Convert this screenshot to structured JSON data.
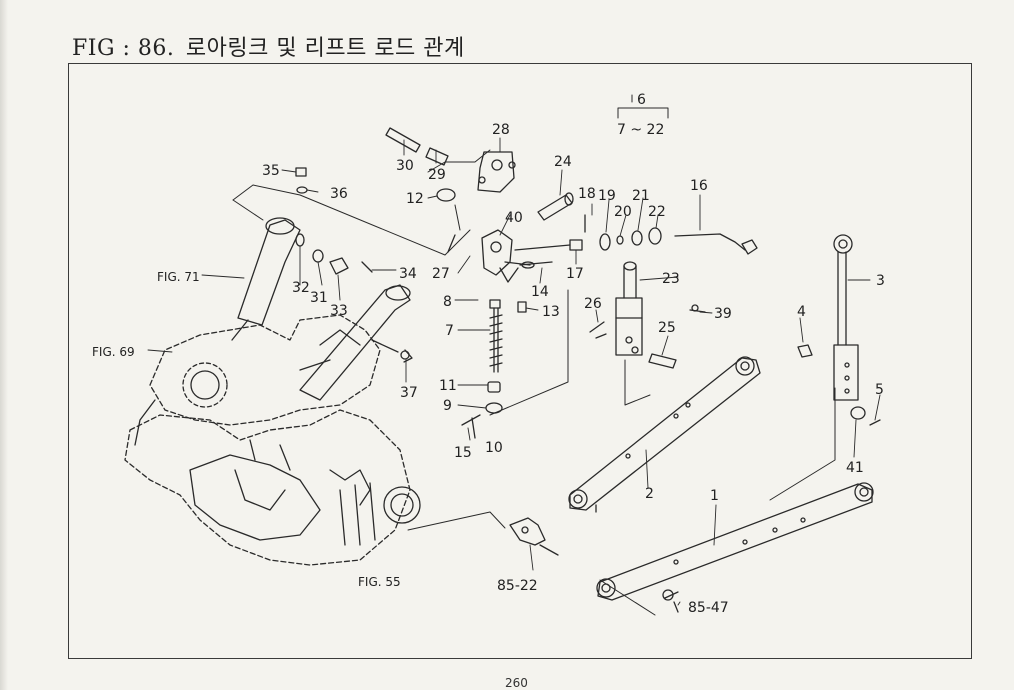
{
  "header": {
    "fig_prefix": "FIG : 86.",
    "fig_title": "로아링크 및 리프트 로드 관계"
  },
  "page_number": "260",
  "diagram": {
    "callouts": [
      {
        "id": "c6",
        "text": "6"
      },
      {
        "id": "c7-22",
        "text": "7 ~ 22"
      },
      {
        "id": "c28",
        "text": "28"
      },
      {
        "id": "c30",
        "text": "30"
      },
      {
        "id": "c29",
        "text": "29"
      },
      {
        "id": "c24",
        "text": "24"
      },
      {
        "id": "c18",
        "text": "18"
      },
      {
        "id": "c19",
        "text": "19"
      },
      {
        "id": "c21",
        "text": "21"
      },
      {
        "id": "c20",
        "text": "20"
      },
      {
        "id": "c22",
        "text": "22"
      },
      {
        "id": "c16",
        "text": "16"
      },
      {
        "id": "c35",
        "text": "35"
      },
      {
        "id": "c36",
        "text": "36"
      },
      {
        "id": "c12",
        "text": "12"
      },
      {
        "id": "c40",
        "text": "40"
      },
      {
        "id": "c27",
        "text": "27"
      },
      {
        "id": "c17",
        "text": "17"
      },
      {
        "id": "c14",
        "text": "14"
      },
      {
        "id": "c23",
        "text": "23"
      },
      {
        "id": "c3",
        "text": "3"
      },
      {
        "id": "c34",
        "text": "34"
      },
      {
        "id": "c32",
        "text": "32"
      },
      {
        "id": "c31",
        "text": "31"
      },
      {
        "id": "c33",
        "text": "33"
      },
      {
        "id": "c8",
        "text": "8"
      },
      {
        "id": "c13",
        "text": "13"
      },
      {
        "id": "c26",
        "text": "26"
      },
      {
        "id": "c39",
        "text": "39"
      },
      {
        "id": "c4",
        "text": "4"
      },
      {
        "id": "c7",
        "text": "7"
      },
      {
        "id": "c25",
        "text": "25"
      },
      {
        "id": "c37",
        "text": "37"
      },
      {
        "id": "c11",
        "text": "11"
      },
      {
        "id": "c9",
        "text": "9"
      },
      {
        "id": "c10",
        "text": "10"
      },
      {
        "id": "c15",
        "text": "15"
      },
      {
        "id": "c5",
        "text": "5"
      },
      {
        "id": "c41",
        "text": "41"
      },
      {
        "id": "c2",
        "text": "2"
      },
      {
        "id": "c1",
        "text": "1"
      },
      {
        "id": "c85-22",
        "text": "85-22"
      },
      {
        "id": "c85-47",
        "text": "85-47"
      }
    ],
    "figure_refs": [
      {
        "id": "f71",
        "text": "FIG. 71"
      },
      {
        "id": "f69",
        "text": "FIG. 69"
      },
      {
        "id": "f55",
        "text": "FIG. 55"
      }
    ]
  }
}
